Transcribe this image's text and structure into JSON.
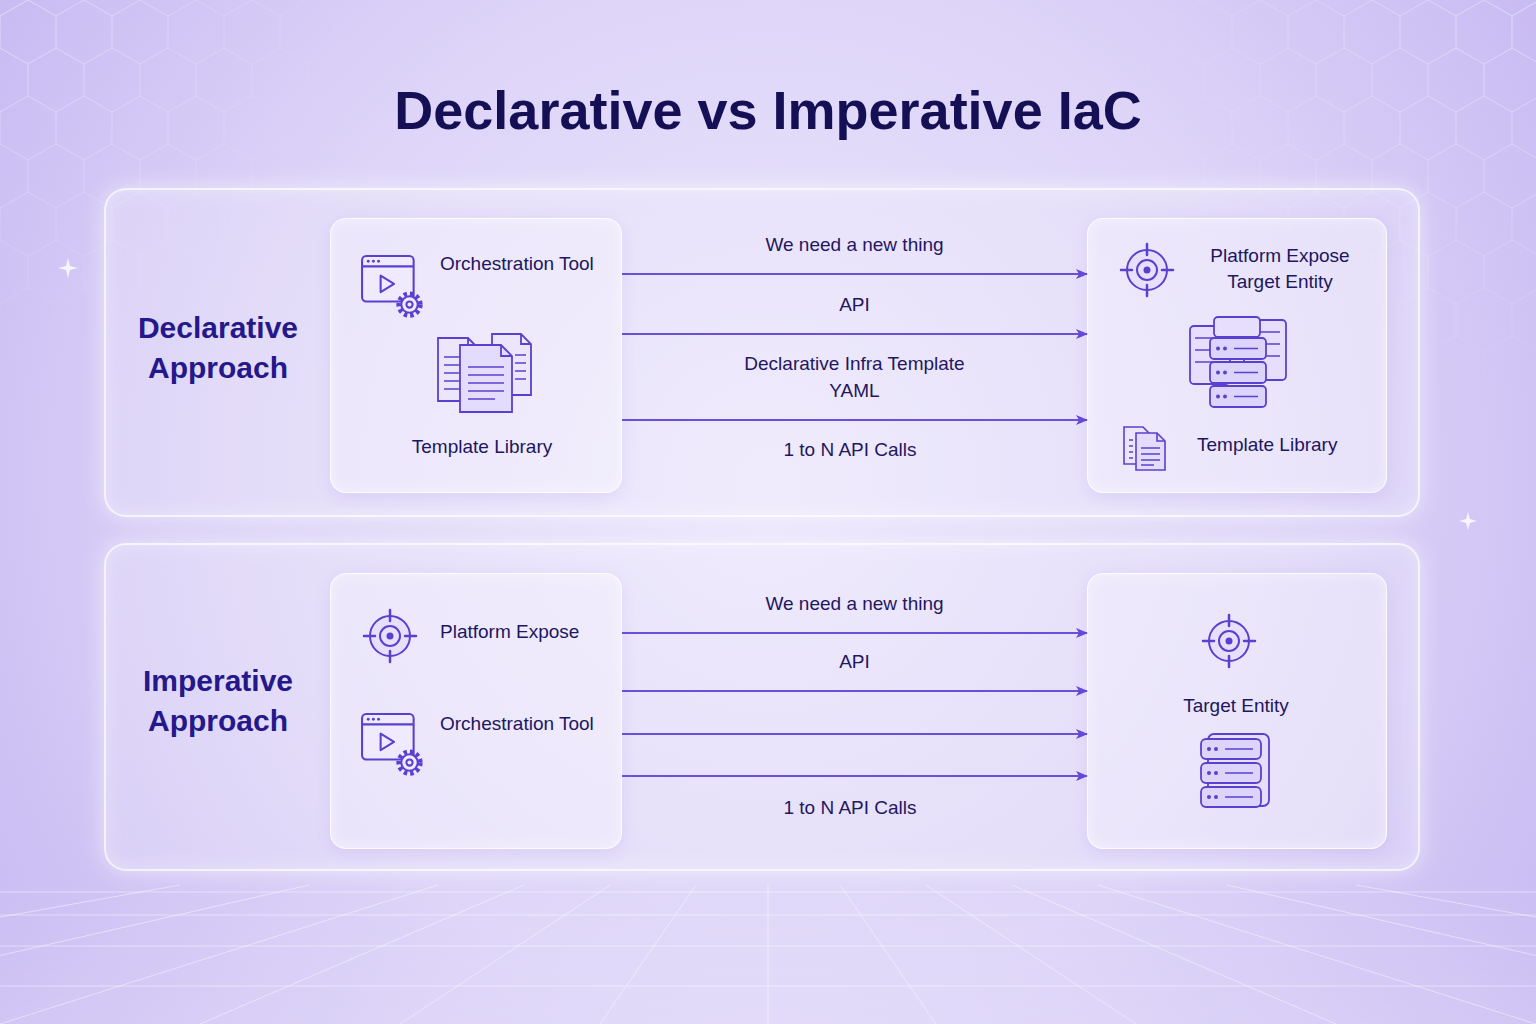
{
  "diagram": {
    "title": "Declarative vs Imperative IaC",
    "nodes": [
      {
        "text": [
          "Declarative Approach"
        ]
      },
      {
        "text": [
          "Orchestration Tool",
          "Template Library"
        ],
        "in": 0
      },
      {
        "text": [
          "Platform Expose Target Entity",
          "Template Library"
        ],
        "in": 0
      },
      {
        "text": [
          "Imperative Approach"
        ]
      },
      {
        "text": [
          "Platform Expose",
          "Orchestration Tool"
        ],
        "in": 3
      },
      {
        "text": [
          "Target Entity"
        ],
        "in": 3
      }
    ],
    "edges": [
      {
        "from": 1,
        "to": 2,
        "arrow": "to",
        "label": "We need a new thing"
      },
      {
        "from": 1,
        "to": 2,
        "arrow": "to",
        "label": "API"
      },
      {
        "from": 1,
        "to": 2,
        "arrow": "to",
        "label": "Declarative Infra Template YAML"
      },
      {
        "from": 4,
        "to": 5,
        "arrow": "to",
        "label": "We need a new thing"
      },
      {
        "from": 4,
        "to": 5,
        "arrow": "to",
        "label": "API"
      },
      {
        "from": 4,
        "to": 5,
        "arrow": "to"
      },
      {
        "from": 4,
        "to": 5,
        "arrow": "to"
      }
    ],
    "labels": [
      "1 to N API Calls",
      "1 to N API Calls"
    ]
  }
}
